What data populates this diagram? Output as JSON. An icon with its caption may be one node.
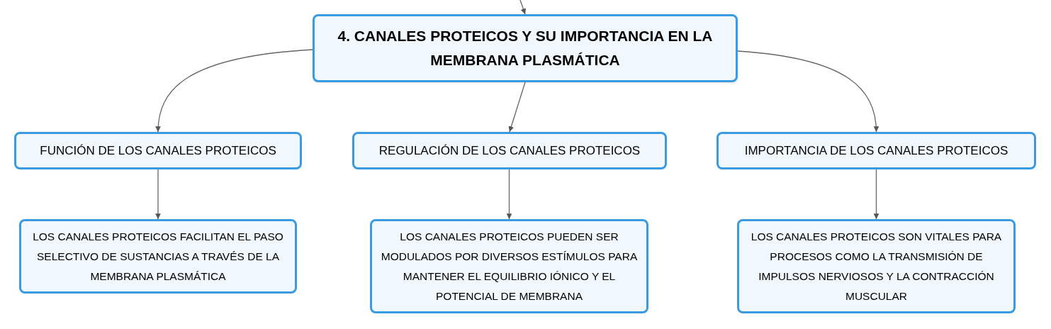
{
  "diagram": {
    "nodes": [
      {
        "text": [
          "4. CANALES PROTEICOS Y SU IMPORTANCIA EN LA MEMBRANA PLASMÁTICA"
        ]
      },
      {
        "text": [
          "FUNCIÓN DE LOS CANALES PROTEICOS"
        ]
      },
      {
        "text": [
          "REGULACIÓN DE LOS CANALES PROTEICOS"
        ]
      },
      {
        "text": [
          "IMPORTANCIA DE LOS CANALES PROTEICOS"
        ]
      },
      {
        "text": [
          "LOS CANALES PROTEICOS FACILITAN EL PASO SELECTIVO DE SUSTANCIAS A TRAVÉS DE LA MEMBRANA PLASMÁTICA"
        ]
      },
      {
        "text": [
          "LOS CANALES PROTEICOS PUEDEN SER MODULADOS POR DIVERSOS ESTÍMULOS PARA MANTENER EL EQUILIBRIO IÓNICO Y EL POTENCIAL DE MEMBRANA"
        ]
      },
      {
        "text": [
          "LOS CANALES PROTEICOS SON VITALES PARA PROCESOS COMO LA TRANSMISIÓN DE IMPULSOS NERVIOSOS Y LA CONTRACCIÓN MUSCULAR"
        ]
      }
    ],
    "edges": [
      {
        "from": null,
        "to": 0,
        "arrow": "to"
      },
      {
        "from": 0,
        "to": 1,
        "arrow": "to"
      },
      {
        "from": 0,
        "to": 2,
        "arrow": "to"
      },
      {
        "from": 0,
        "to": 3,
        "arrow": "to"
      },
      {
        "from": 1,
        "to": 4,
        "arrow": "to"
      },
      {
        "from": 2,
        "to": 5,
        "arrow": "to"
      },
      {
        "from": 3,
        "to": 6,
        "arrow": "to"
      }
    ]
  }
}
